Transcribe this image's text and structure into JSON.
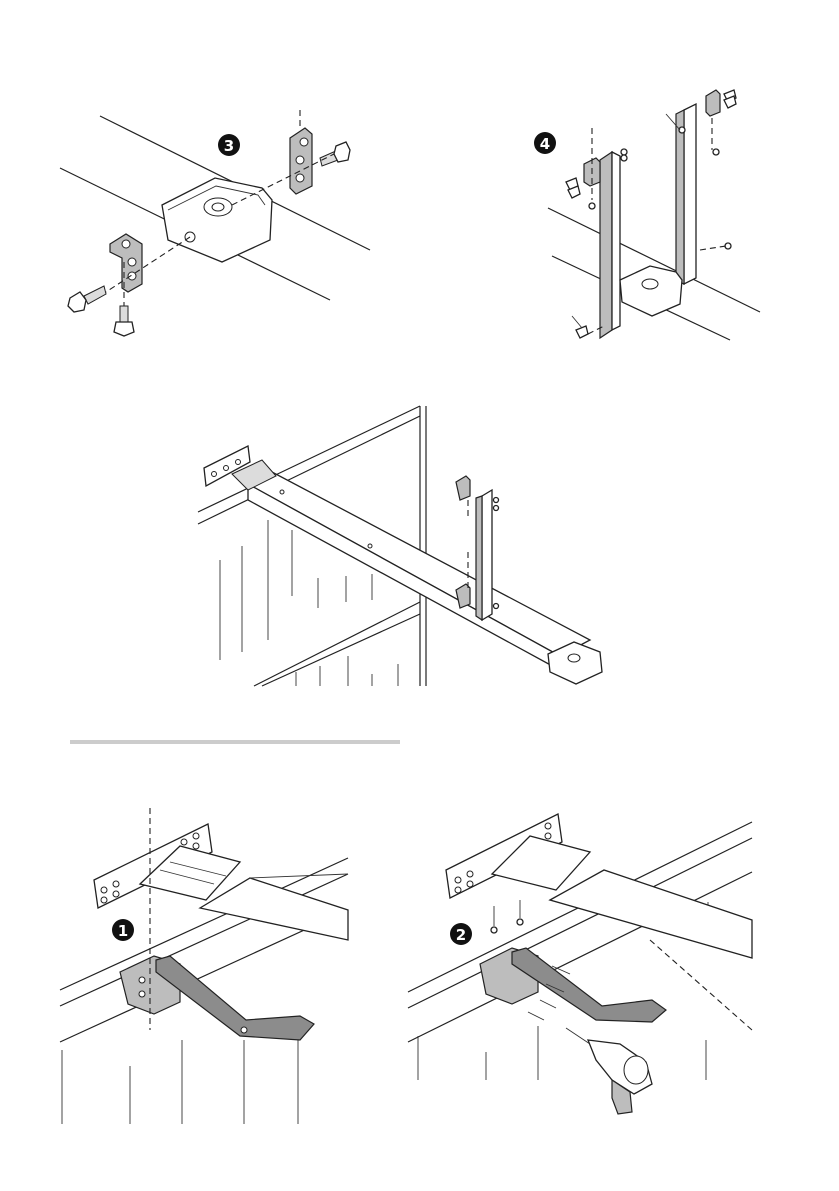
{
  "steps": {
    "step_top_left": "3",
    "step_top_right": "4",
    "step_bottom_left": "1",
    "step_bottom_right": "2"
  },
  "colors": {
    "line": "#222222",
    "part_fill": "#ffffff",
    "bracket_grey": "#bdbdbd",
    "arm_grey": "#8c8c8c",
    "divider": "#cccccc",
    "badge": "#111111"
  }
}
